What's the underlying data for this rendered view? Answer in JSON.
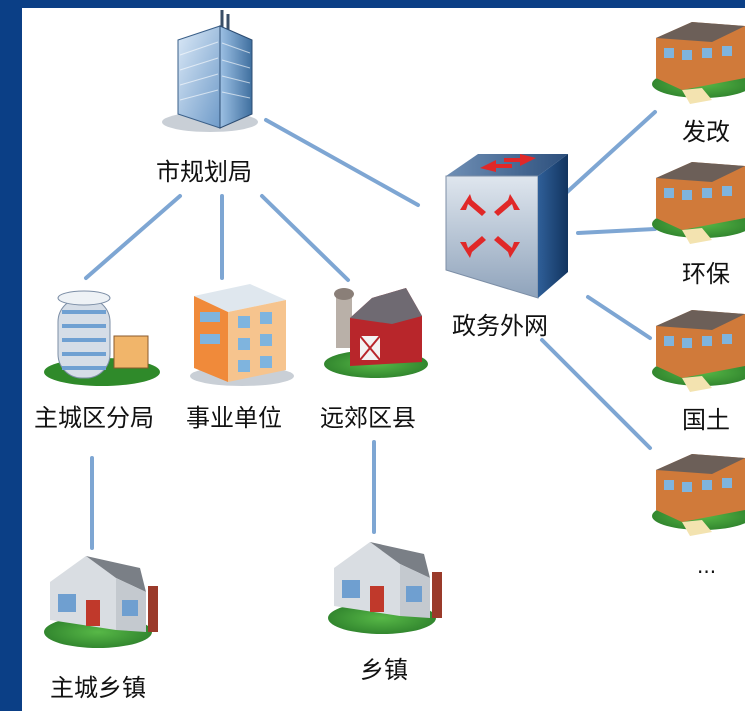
{
  "nodes": {
    "city_bureau": "市规划局",
    "main_district": "主城区分局",
    "institution": "事业单位",
    "suburb_county": "远郊区县",
    "gov_network": "政务外网",
    "main_town": "主城乡镇",
    "town": "乡镇",
    "dev_reform": "发改",
    "environment": "环保",
    "land": "国土",
    "more": "..."
  },
  "colors": {
    "frame": "#0b3f86",
    "connector": "#7ea6d3",
    "background": "#ffffff"
  },
  "icons": {
    "city_bureau": "skyscraper-icon",
    "main_district": "round-office-icon",
    "institution": "apartment-icon",
    "suburb_county": "barn-icon",
    "gov_network": "router-switch-icon",
    "main_town": "house-icon",
    "town": "house-icon",
    "dept": "school-building-icon"
  }
}
